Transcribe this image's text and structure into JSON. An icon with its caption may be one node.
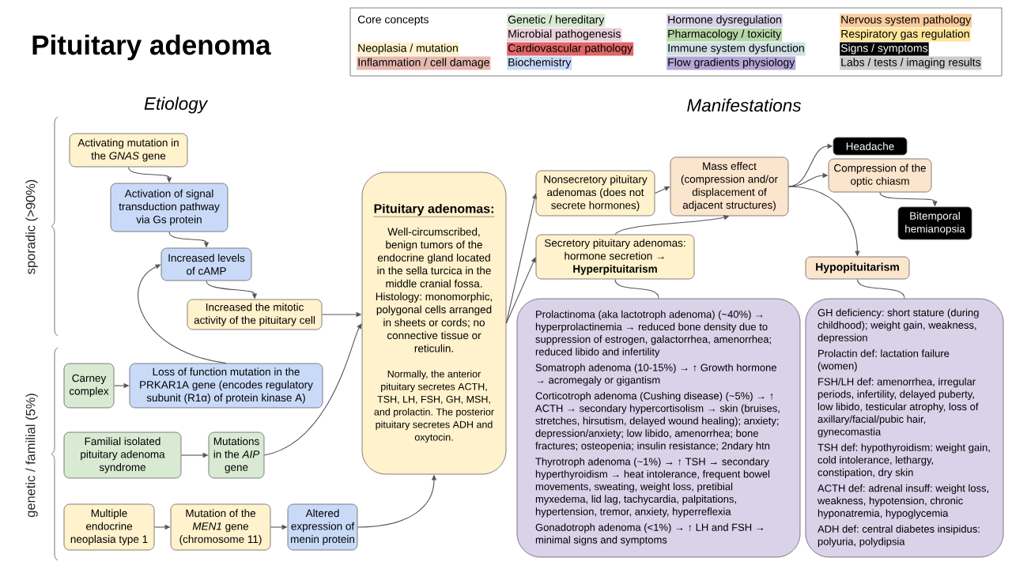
{
  "diagram": {
    "title": "Pituitary adenoma",
    "nodes": [
      {
        "text": [
          "Activating mutation in the *GNAS* gene"
        ]
      },
      {
        "text": [
          "Activation of signal transduction pathway via Gs protein"
        ]
      },
      {
        "text": [
          "Increased levels of cAMP"
        ]
      },
      {
        "text": [
          "Increased the mitotic activity of the pituitary cell"
        ]
      },
      {
        "text": [
          "Carney complex"
        ]
      },
      {
        "text": [
          "Loss of function mutation in the PRKAR1A gene (encodes regulatory subunit (R1α) of protein kinase A)"
        ]
      },
      {
        "text": [
          "Familial isolated pituitary adenoma syndrome"
        ]
      },
      {
        "text": [
          "Mutations in the *AIP* gene"
        ]
      },
      {
        "text": [
          "Multiple endocrine neoplasia type 1"
        ]
      },
      {
        "text": [
          "Mutation of the *MEN1* gene (chromosome 11)"
        ]
      },
      {
        "text": [
          "Altered expression of menin protein"
        ]
      },
      {
        "text": [
          "Pituitary adenomas:",
          "Well-circumscribed, benign tumors of the endocrine gland located in the sella turcica in the middle cranial fossa.",
          "Histology: monomorphic, polygonal cells arranged in sheets or cords; no connective tissue or reticulin.",
          "Normally, the anterior pituitary secretes ACTH, TSH, LH, FSH, GH, MSH, and prolactin. The posterior pituitary secretes ADH and oxytocin."
        ]
      },
      {
        "text": [
          "Nonsecretory pituitary adenomas (does not secrete hormones)"
        ]
      },
      {
        "text": [
          "Secretory pituitary adenomas: hormone secretion → **Hyperpituitarism**"
        ]
      },
      {
        "text": [
          "Mass effect (compression and/or displacement of adjacent structures)"
        ]
      },
      {
        "text": [
          "Headache"
        ]
      },
      {
        "text": [
          "Compression of the optic chiasm"
        ]
      },
      {
        "text": [
          "Bitemporal hemianopsia"
        ]
      },
      {
        "text": [
          "Hypopituitarism"
        ]
      },
      {
        "text": [
          "Prolactinoma (aka lactotroph adenoma) (~40%) → hyperprolactinemia → reduced bone density due to suppression of estrogen, galactorrhea, amenorrhea; reduced libido and infertility",
          "Somatroph adenoma (10-15%) → ↑ Growth hormone → acromegaly or gigantism",
          "Corticotroph adenoma (Cushing disease) (~5%) → ↑ ACTH → secondary hypercortisolism → skin (bruises, stretches, hirsutism, delayed wound healing); anxiety; depression/anxiety; low libido, amenorrhea; bone fractures; osteopenia; insulin resistance; 2ndary htn",
          "Thyrotroph adenoma (~1%) → ↑ TSH → secondary hyperthyroidism → heat intolerance, frequent bowel movements, sweating, weight loss, pretibial myxedema, lid lag, tachycardia, palpitations, hypertension, tremor, anxiety, hyperreflexia",
          "Gonadotroph adenoma (<1%) → ↑ LH and FSH → minimal signs and symptoms"
        ]
      },
      {
        "text": [
          "GH deficiency: short stature (during childhood); weight gain, weakness, depression",
          "Prolactin def: lactation failure (women)",
          "FSH/LH def: amenorrhea, irregular periods, infertility, delayed puberty, low libido, testicular atrophy, loss of axillary/facial/pubic hair, gynecomastia",
          "TSH def: hypothyroidism: weight gain, cold intolerance, lethargy, constipation, dry skin",
          "ACTH def: adrenal insuff: weight loss, weakness, hypotension, chronic hyponatremia, hypoglycemia",
          "ADH def: central diabetes insipidus: polyuria, polydipsia"
        ]
      }
    ],
    "edges": [
      {
        "from": 0,
        "to": 1,
        "arrow": "to"
      },
      {
        "from": 1,
        "to": 2,
        "arrow": "to"
      },
      {
        "from": 2,
        "to": 3,
        "arrow": "to"
      },
      {
        "from": 3,
        "to": 11,
        "arrow": "to"
      },
      {
        "from": 4,
        "to": 5,
        "arrow": "to"
      },
      {
        "from": 5,
        "to": 2,
        "arrow": "to"
      },
      {
        "from": 6,
        "to": 7,
        "arrow": "to"
      },
      {
        "from": 7,
        "to": 11,
        "arrow": "to"
      },
      {
        "from": 8,
        "to": 9,
        "arrow": "to"
      },
      {
        "from": 9,
        "to": 10,
        "arrow": "to"
      },
      {
        "from": 10,
        "to": 11,
        "arrow": "to"
      },
      {
        "from": 11,
        "to": 12,
        "arrow": "to"
      },
      {
        "from": 11,
        "to": 13,
        "arrow": "to"
      },
      {
        "from": 12,
        "to": 14,
        "arrow": "to"
      },
      {
        "from": 13,
        "to": 14,
        "arrow": "to"
      },
      {
        "from": 14,
        "to": 15,
        "arrow": "to"
      },
      {
        "from": 14,
        "to": 16,
        "arrow": "to"
      },
      {
        "from": 14,
        "to": 18,
        "arrow": "to"
      },
      {
        "from": 16,
        "to": 17,
        "arrow": "to"
      },
      {
        "from": 13,
        "to": 19,
        "arrow": "none"
      },
      {
        "from": 18,
        "to": 20,
        "arrow": "none"
      }
    ],
    "labels": [
      "Etiology",
      "Manifestations",
      "sporadic (>90%)",
      "genetic / familial (5%)"
    ],
    "legend": [
      {
        "text": "Core concepts"
      },
      {
        "text": "Neoplasia / mutation",
        "color": "#fff2cc"
      },
      {
        "text": "Inflammation / cell damage",
        "color": "#e6b8af"
      },
      {
        "text": "Genetic / hereditary",
        "color": "#d9ead3"
      },
      {
        "text": "Microbial pathogenesis",
        "color": "#ead1dc"
      },
      {
        "text": "Cardiovascular pathology",
        "color": "#e06666"
      },
      {
        "text": "Biochemistry",
        "color": "#c9daf8"
      },
      {
        "text": "Hormone dysregulation",
        "color": "#d9d2e9"
      },
      {
        "text": "Pharmacology / toxicity",
        "color": "#b6d7a8"
      },
      {
        "text": "Immune system dysfunction",
        "color": "#d0e0e3"
      },
      {
        "text": "Flow gradients physiology",
        "color": "#b4a7d6"
      },
      {
        "text": "Nervous system pathology",
        "color": "#f9cb9c"
      },
      {
        "text": "Respiratory gas regulation",
        "color": "#ffe599"
      },
      {
        "text": "Signs / symptoms",
        "color": "#000000"
      },
      {
        "text": "Labs / tests / imaging results",
        "color": "#cccccc"
      }
    ]
  }
}
